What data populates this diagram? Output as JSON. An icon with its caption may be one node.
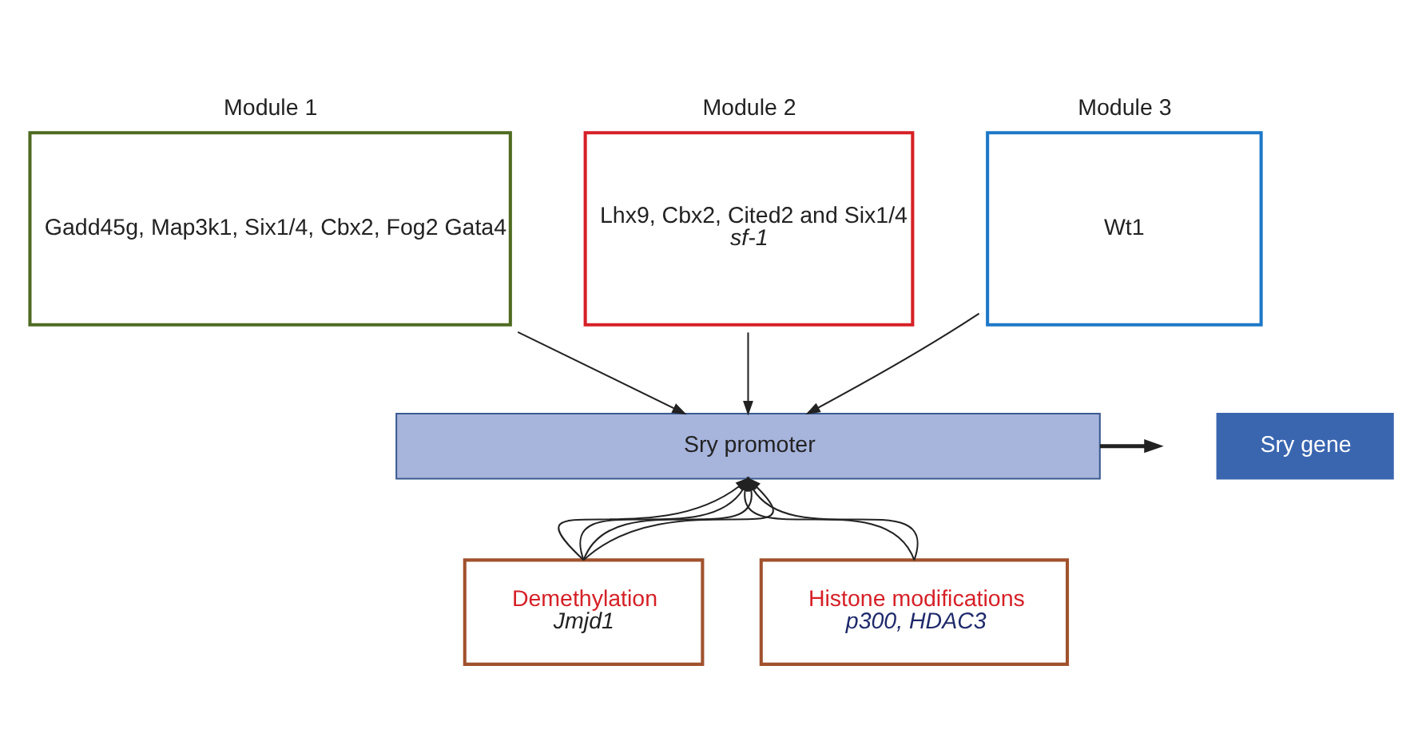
{
  "diagram": {
    "nodes": [
      {
        "text": [
          "Module 1",
          "Gadd45g, Map3k1, Six1/4, Cbx2, Fog2 Gata4"
        ]
      },
      {
        "text": [
          "Module 2",
          "Lhx9, Cbx2, Cited2 and Six1/4",
          "sf-1"
        ]
      },
      {
        "text": [
          "Module 3",
          "Wt1"
        ]
      },
      {
        "text": [
          "Sry promoter"
        ]
      },
      {
        "text": [
          "Sry gene"
        ]
      },
      {
        "text": [
          "Demethylation",
          "Jmjd1"
        ]
      },
      {
        "text": [
          "Histone modifications",
          "p300, HDAC3"
        ]
      }
    ],
    "edges": [
      {
        "from": 0,
        "to": 3,
        "arrow": "to"
      },
      {
        "from": 1,
        "to": 3,
        "arrow": "to"
      },
      {
        "from": 2,
        "to": 3,
        "arrow": "to"
      },
      {
        "from": 5,
        "to": 3,
        "arrow": "to"
      },
      {
        "from": 5,
        "to": 3,
        "arrow": "to"
      },
      {
        "from": 5,
        "to": 3,
        "arrow": "to"
      },
      {
        "from": 5,
        "to": 3,
        "arrow": "to"
      },
      {
        "from": 6,
        "to": 3,
        "arrow": "to"
      },
      {
        "from": 6,
        "to": 3,
        "arrow": "to"
      },
      {
        "from": 3,
        "to": null,
        "arrow": "to",
        "style": "thick"
      }
    ]
  }
}
